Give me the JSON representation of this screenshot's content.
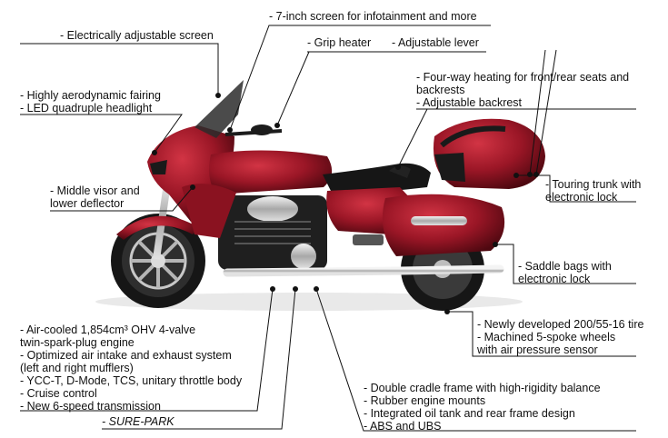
{
  "callouts": {
    "screen7": "- 7-inch screen for infotainment and more",
    "electric_screen": "- Electrically adjustable screen",
    "grip_heater": "- Grip heater",
    "adj_lever": "- Adjustable lever",
    "fairing": [
      "- Highly aerodynamic fairing",
      "- LED quadruple headlight"
    ],
    "heating": [
      "- Four-way heating for front/rear seats and",
      "  backrests",
      "- Adjustable backrest"
    ],
    "visor": [
      "- Middle visor and",
      "  lower deflector"
    ],
    "trunk": [
      "- Touring trunk with",
      "  electronic lock"
    ],
    "saddle": [
      "- Saddle bags with",
      "  electronic lock"
    ],
    "tire": [
      "- Newly developed 200/55-16 tire",
      "- Machined 5-spoke wheels",
      "  with air pressure sensor"
    ],
    "engine": [
      "- Air-cooled 1,854cm³ OHV 4-valve",
      "  twin-spark-plug engine",
      "- Optimized air intake and exhaust system",
      "  (left and right mufflers)",
      "- YCC-T, D-Mode, TCS, unitary throttle body",
      "- Cruise control",
      "- New 6-speed transmission"
    ],
    "surepark": "- SURE-PARK",
    "frame": [
      "- Double cradle frame with high-rigidity balance",
      "- Rubber engine mounts",
      "- Integrated oil tank and rear frame design",
      "- ABS and UBS"
    ]
  },
  "colors": {
    "body_red": "#8e1422",
    "dark": "#1a1a1a",
    "chrome": "#cfcfcf"
  }
}
